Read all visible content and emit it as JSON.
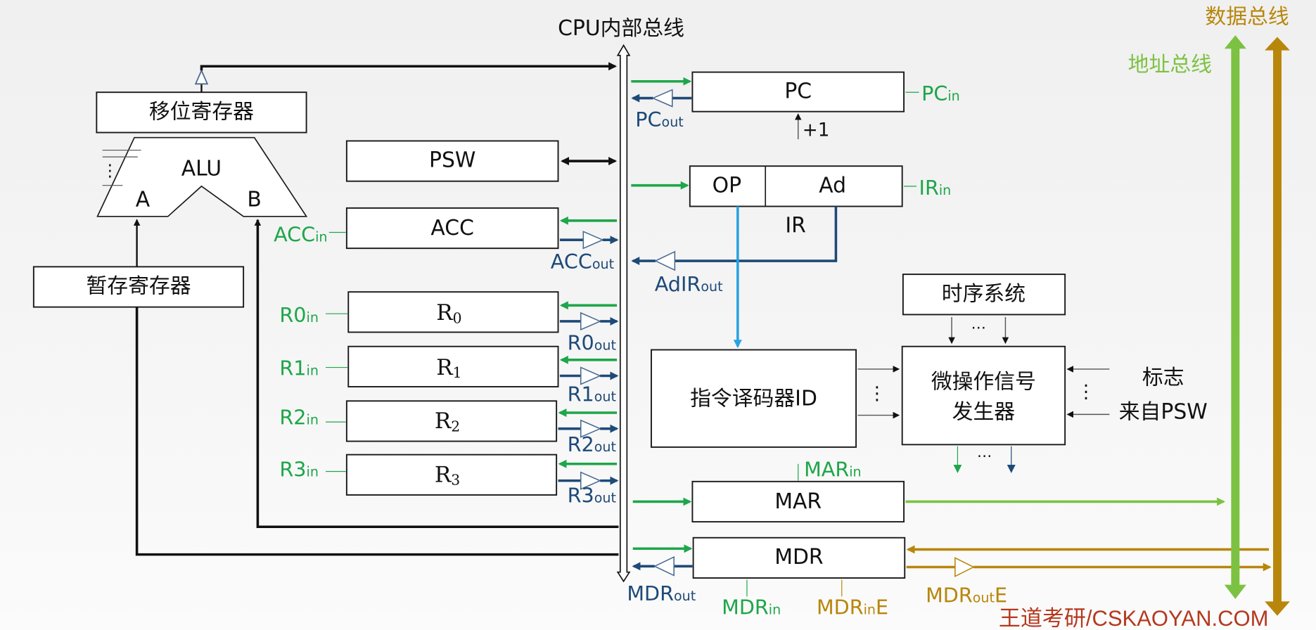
{
  "title": "CPU内部总线",
  "buses": {
    "data_bus": "数据总线",
    "address_bus": "地址总线"
  },
  "colors": {
    "control_in": "#1ea64a",
    "control_out": "#1e4a78",
    "address_bus": "#7cc242",
    "data_bus": "#b8860b",
    "decoder_path": "#29a3e0",
    "watermark": "#b5381f"
  },
  "components": {
    "shift_register": "移位寄存器",
    "alu": "ALU",
    "alu_input_a": "A",
    "alu_input_b": "B",
    "temp_register": "暂存寄存器",
    "psw": "PSW",
    "acc": "ACC",
    "r0": {
      "base": "R",
      "sub": "0"
    },
    "r1": {
      "base": "R",
      "sub": "1"
    },
    "r2": {
      "base": "R",
      "sub": "2"
    },
    "r3": {
      "base": "R",
      "sub": "3"
    },
    "pc": "PC",
    "pc_increment": "+1",
    "ir_op": "OP",
    "ir_ad": "Ad",
    "ir": "IR",
    "timing_system": "时序系统",
    "instruction_decoder": "指令译码器ID",
    "micro_op_generator_line1": "微操作信号",
    "micro_op_generator_line2": "发生器",
    "flags_line1": "标志",
    "flags_line2": "来自PSW",
    "mar": "MAR",
    "mdr": "MDR",
    "ellipsis": "…",
    "vdots": "⋮"
  },
  "signals": {
    "acc_in": {
      "base": "ACC",
      "sub": "in"
    },
    "acc_out": {
      "base": "ACC",
      "sub": "out"
    },
    "r0_in": {
      "base": "R0",
      "sub": "in"
    },
    "r0_out": {
      "base": "R0",
      "sub": "out"
    },
    "r1_in": {
      "base": "R1",
      "sub": "in"
    },
    "r1_out": {
      "base": "R1",
      "sub": "out"
    },
    "r2_in": {
      "base": "R2",
      "sub": "in"
    },
    "r2_out": {
      "base": "R2",
      "sub": "out"
    },
    "r3_in": {
      "base": "R3",
      "sub": "in"
    },
    "r3_out": {
      "base": "R3",
      "sub": "out"
    },
    "pc_in": {
      "base": "PC",
      "sub": "in"
    },
    "pc_out": {
      "base": "PC",
      "sub": "out"
    },
    "ir_in": {
      "base": "IR",
      "sub": "in"
    },
    "ad_ir_out": {
      "base": "AdIR",
      "sub": "out"
    },
    "mar_in": {
      "base": "MAR",
      "sub": "in"
    },
    "mdr_in": {
      "base": "MDR",
      "sub": "in"
    },
    "mdr_out": {
      "base": "MDR",
      "sub": "out"
    },
    "mdr_in_e": {
      "base": "MDR",
      "sub": "in",
      "suffix": "E"
    },
    "mdr_out_e": {
      "base": "MDR",
      "sub": "out",
      "suffix": "E"
    }
  },
  "watermark": "王道考研/CSKAOYAN.COM"
}
